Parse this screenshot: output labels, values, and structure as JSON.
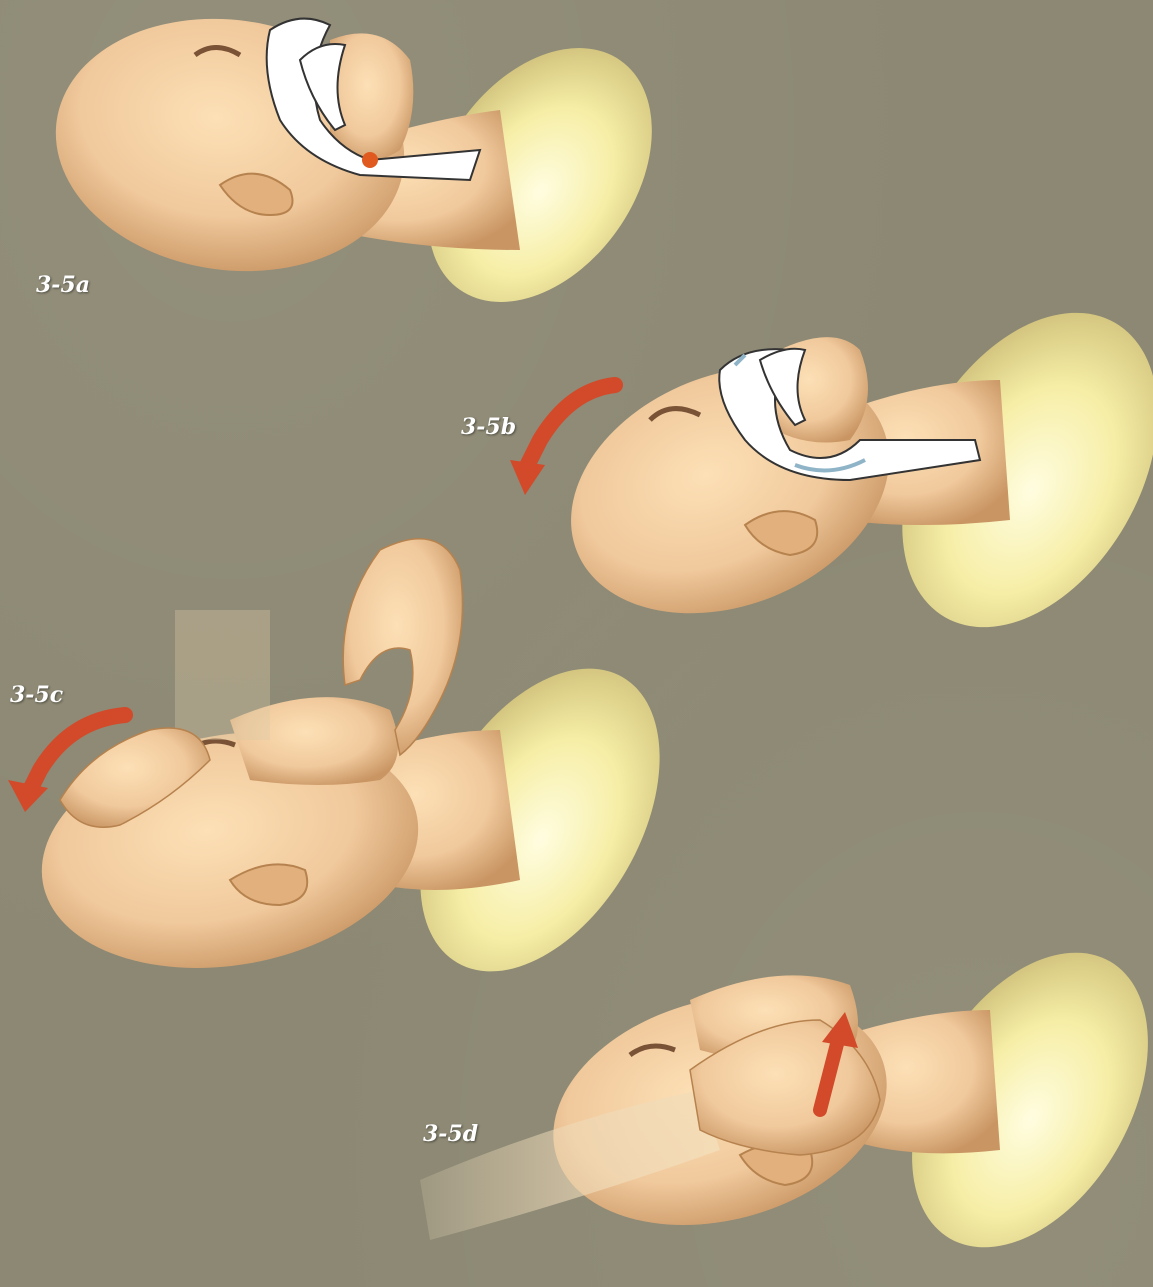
{
  "figure": {
    "panels": [
      {
        "id": "a",
        "label": "3-5a"
      },
      {
        "id": "b",
        "label": "3-5b"
      },
      {
        "id": "c",
        "label": "3-5c"
      },
      {
        "id": "d",
        "label": "3-5d"
      }
    ]
  },
  "colors": {
    "background": "#8c8873",
    "skin": "#f0c99c",
    "skin_shadow": "#c99563",
    "collar": "#f6eea6",
    "airway": "#ffffff",
    "arrow_red": "#d24a2a",
    "blue_arrow": "#8fb4c8",
    "dot": "#e05a20"
  },
  "icons": [
    "head-icon",
    "airway-diagram-icon",
    "red-curved-arrow-icon",
    "hand-icon",
    "red-straight-arrow-icon"
  ]
}
